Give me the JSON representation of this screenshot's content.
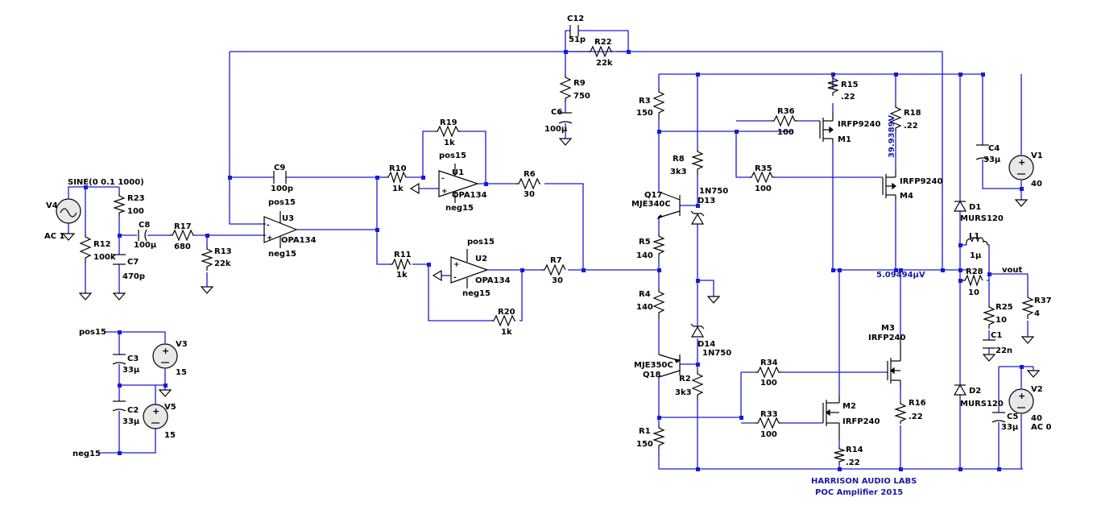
{
  "title": {
    "company": "HARRISON AUDIO LABS",
    "project": "POC Amplifier 2015"
  },
  "directive": "SINE(0 0.1 1000)",
  "nets": {
    "pos15_a": "pos15",
    "pos15_b": "pos15",
    "pos15_c": "pos15",
    "neg15_a": "neg15",
    "neg15_b": "neg15",
    "neg15_c": "neg15",
    "neg15_d": "neg15",
    "vout": "vout"
  },
  "annotations": {
    "v_r18": "39.9389V",
    "v_out": "5.09494μV"
  },
  "sources": {
    "V4": {
      "ref": "V4",
      "value": "AC 1"
    },
    "V3": {
      "ref": "V3",
      "value": "15"
    },
    "V5": {
      "ref": "V5",
      "value": "15"
    },
    "V1": {
      "ref": "V1",
      "value": "40"
    },
    "V2": {
      "ref": "V2",
      "value": "40",
      "ac": "AC 0"
    }
  },
  "opamps": {
    "U1": {
      "ref": "U1",
      "value": "OPA134"
    },
    "U2": {
      "ref": "U2",
      "value": "OPA134"
    },
    "U3": {
      "ref": "U3",
      "value": "OPA134"
    }
  },
  "resistors": {
    "R1": {
      "ref": "R1",
      "value": "150"
    },
    "R2": {
      "ref": "R2",
      "value": "3k3"
    },
    "R3": {
      "ref": "R3",
      "value": "150"
    },
    "R4": {
      "ref": "R4",
      "value": "140"
    },
    "R5": {
      "ref": "R5",
      "value": "140"
    },
    "R6": {
      "ref": "R6",
      "value": "30"
    },
    "R7": {
      "ref": "R7",
      "value": "30"
    },
    "R8": {
      "ref": "R8",
      "value": "3k3"
    },
    "R9": {
      "ref": "R9",
      "value": "750"
    },
    "R10": {
      "ref": "R10",
      "value": "1k"
    },
    "R11": {
      "ref": "R11",
      "value": "1k"
    },
    "R12": {
      "ref": "R12",
      "value": "100k"
    },
    "R13": {
      "ref": "R13",
      "value": "22k"
    },
    "R14": {
      "ref": "R14",
      "value": ".22"
    },
    "R15": {
      "ref": "R15",
      "value": ".22"
    },
    "R16": {
      "ref": "R16",
      "value": ".22"
    },
    "R17": {
      "ref": "R17",
      "value": "680"
    },
    "R18": {
      "ref": "R18",
      "value": ".22"
    },
    "R19": {
      "ref": "R19",
      "value": "1k"
    },
    "R20": {
      "ref": "R20",
      "value": "1k"
    },
    "R22": {
      "ref": "R22",
      "value": "22k"
    },
    "R23": {
      "ref": "R23",
      "value": "100"
    },
    "R25": {
      "ref": "R25",
      "value": "10"
    },
    "R28": {
      "ref": "R28",
      "value": "10"
    },
    "R33": {
      "ref": "R33",
      "value": "100"
    },
    "R34": {
      "ref": "R34",
      "value": "100"
    },
    "R35": {
      "ref": "R35",
      "value": "100"
    },
    "R36": {
      "ref": "R36",
      "value": "100"
    },
    "R37": {
      "ref": "R37",
      "value": "4"
    }
  },
  "capacitors": {
    "C1": {
      "ref": "C1",
      "value": "22n"
    },
    "C2": {
      "ref": "C2",
      "value": "33μ"
    },
    "C3": {
      "ref": "C3",
      "value": "33μ"
    },
    "C4": {
      "ref": "C4",
      "value": "33μ"
    },
    "C5": {
      "ref": "C5",
      "value": "33μ"
    },
    "C6": {
      "ref": "C6",
      "value": "100μ"
    },
    "C7": {
      "ref": "C7",
      "value": "470p"
    },
    "C8": {
      "ref": "C8",
      "value": "100μ"
    },
    "C9": {
      "ref": "C9",
      "value": "100p"
    },
    "C12": {
      "ref": "C12",
      "value": "51p"
    }
  },
  "inductors": {
    "L1": {
      "ref": "L1",
      "value": "1μ"
    }
  },
  "diodes": {
    "D1": {
      "ref": "D1",
      "value": "MURS120"
    },
    "D2": {
      "ref": "D2",
      "value": "MURS120"
    },
    "D13": {
      "ref": "D13",
      "value": "1N750"
    },
    "D14": {
      "ref": "D14",
      "value": "1N750"
    }
  },
  "transistors": {
    "Q17": {
      "ref": "Q17",
      "value": "MJE340C"
    },
    "Q18": {
      "ref": "Q18",
      "value": "MJE350C"
    },
    "M1": {
      "ref": "M1",
      "value": "IRFP9240"
    },
    "M2": {
      "ref": "M2",
      "value": "IRFP240"
    },
    "M3": {
      "ref": "M3",
      "value": "IRFP240"
    },
    "M4": {
      "ref": "M4",
      "value": "IRFP9240"
    }
  }
}
